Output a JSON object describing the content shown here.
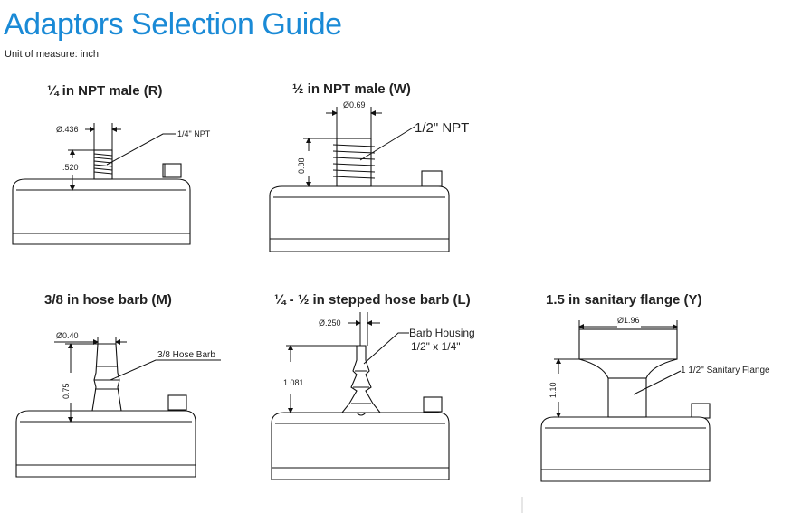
{
  "header": {
    "title": "Adaptors Selection Guide",
    "unit": "Unit of measure: inch"
  },
  "adaptors": [
    {
      "caption": "¼ in NPT male (R)",
      "diameter": "Ø.436",
      "height": ".520",
      "callout": "1/4\" NPT"
    },
    {
      "caption": "½ in NPT male (W)",
      "diameter": "Ø0.69",
      "height": "0.88",
      "callout": "1/2\" NPT"
    },
    {
      "caption": "3/8 in hose barb (M)",
      "diameter": "Ø0.40",
      "height": "0.75",
      "callout": "3/8 Hose Barb"
    },
    {
      "caption": "¼ - ½ in stepped hose barb (L)",
      "diameter": "Ø.250",
      "height": "1.081",
      "callout_line1": "Barb Housing",
      "callout_line2": "1/2\" x 1/4\""
    },
    {
      "caption": "1.5 in sanitary flange (Y)",
      "diameter": "Ø1.96",
      "height": "1.10",
      "callout": "1 1/2\" Sanitary Flange"
    }
  ]
}
